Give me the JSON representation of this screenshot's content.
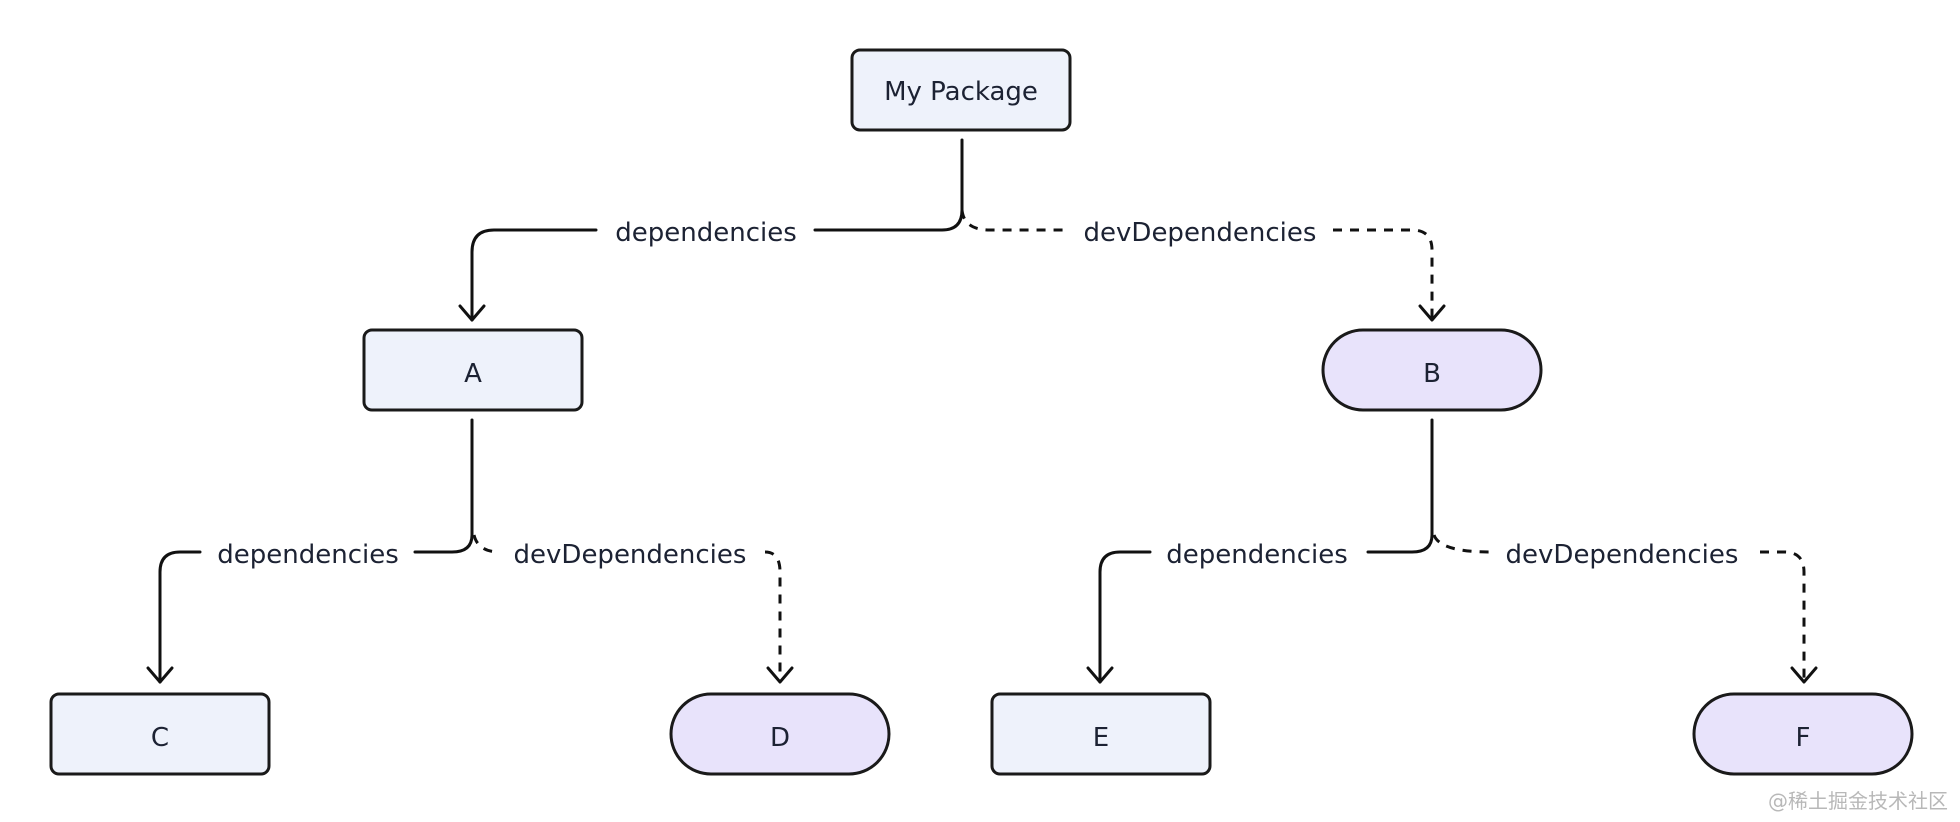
{
  "nodes": {
    "root": {
      "label": "My Package",
      "shape": "rect"
    },
    "a": {
      "label": "A",
      "shape": "rect"
    },
    "b": {
      "label": "B",
      "shape": "pill"
    },
    "c": {
      "label": "C",
      "shape": "rect"
    },
    "d": {
      "label": "D",
      "shape": "pill"
    },
    "e": {
      "label": "E",
      "shape": "rect"
    },
    "f": {
      "label": "F",
      "shape": "pill"
    }
  },
  "edges": {
    "root_to_a": {
      "label": "dependencies",
      "style": "solid"
    },
    "root_to_b": {
      "label": "devDependencies",
      "style": "dashed"
    },
    "a_to_c": {
      "label": "dependencies",
      "style": "solid"
    },
    "a_to_d": {
      "label": "devDependencies",
      "style": "dashed"
    },
    "b_to_e": {
      "label": "dependencies",
      "style": "solid"
    },
    "b_to_f": {
      "label": "devDependencies",
      "style": "dashed"
    }
  },
  "colors": {
    "rect_fill": "#eef2fb",
    "pill_fill": "#e8e3fb",
    "stroke": "#1a1a1a",
    "text": "#1c2233"
  },
  "watermark": "@稀土掘金技术社区"
}
